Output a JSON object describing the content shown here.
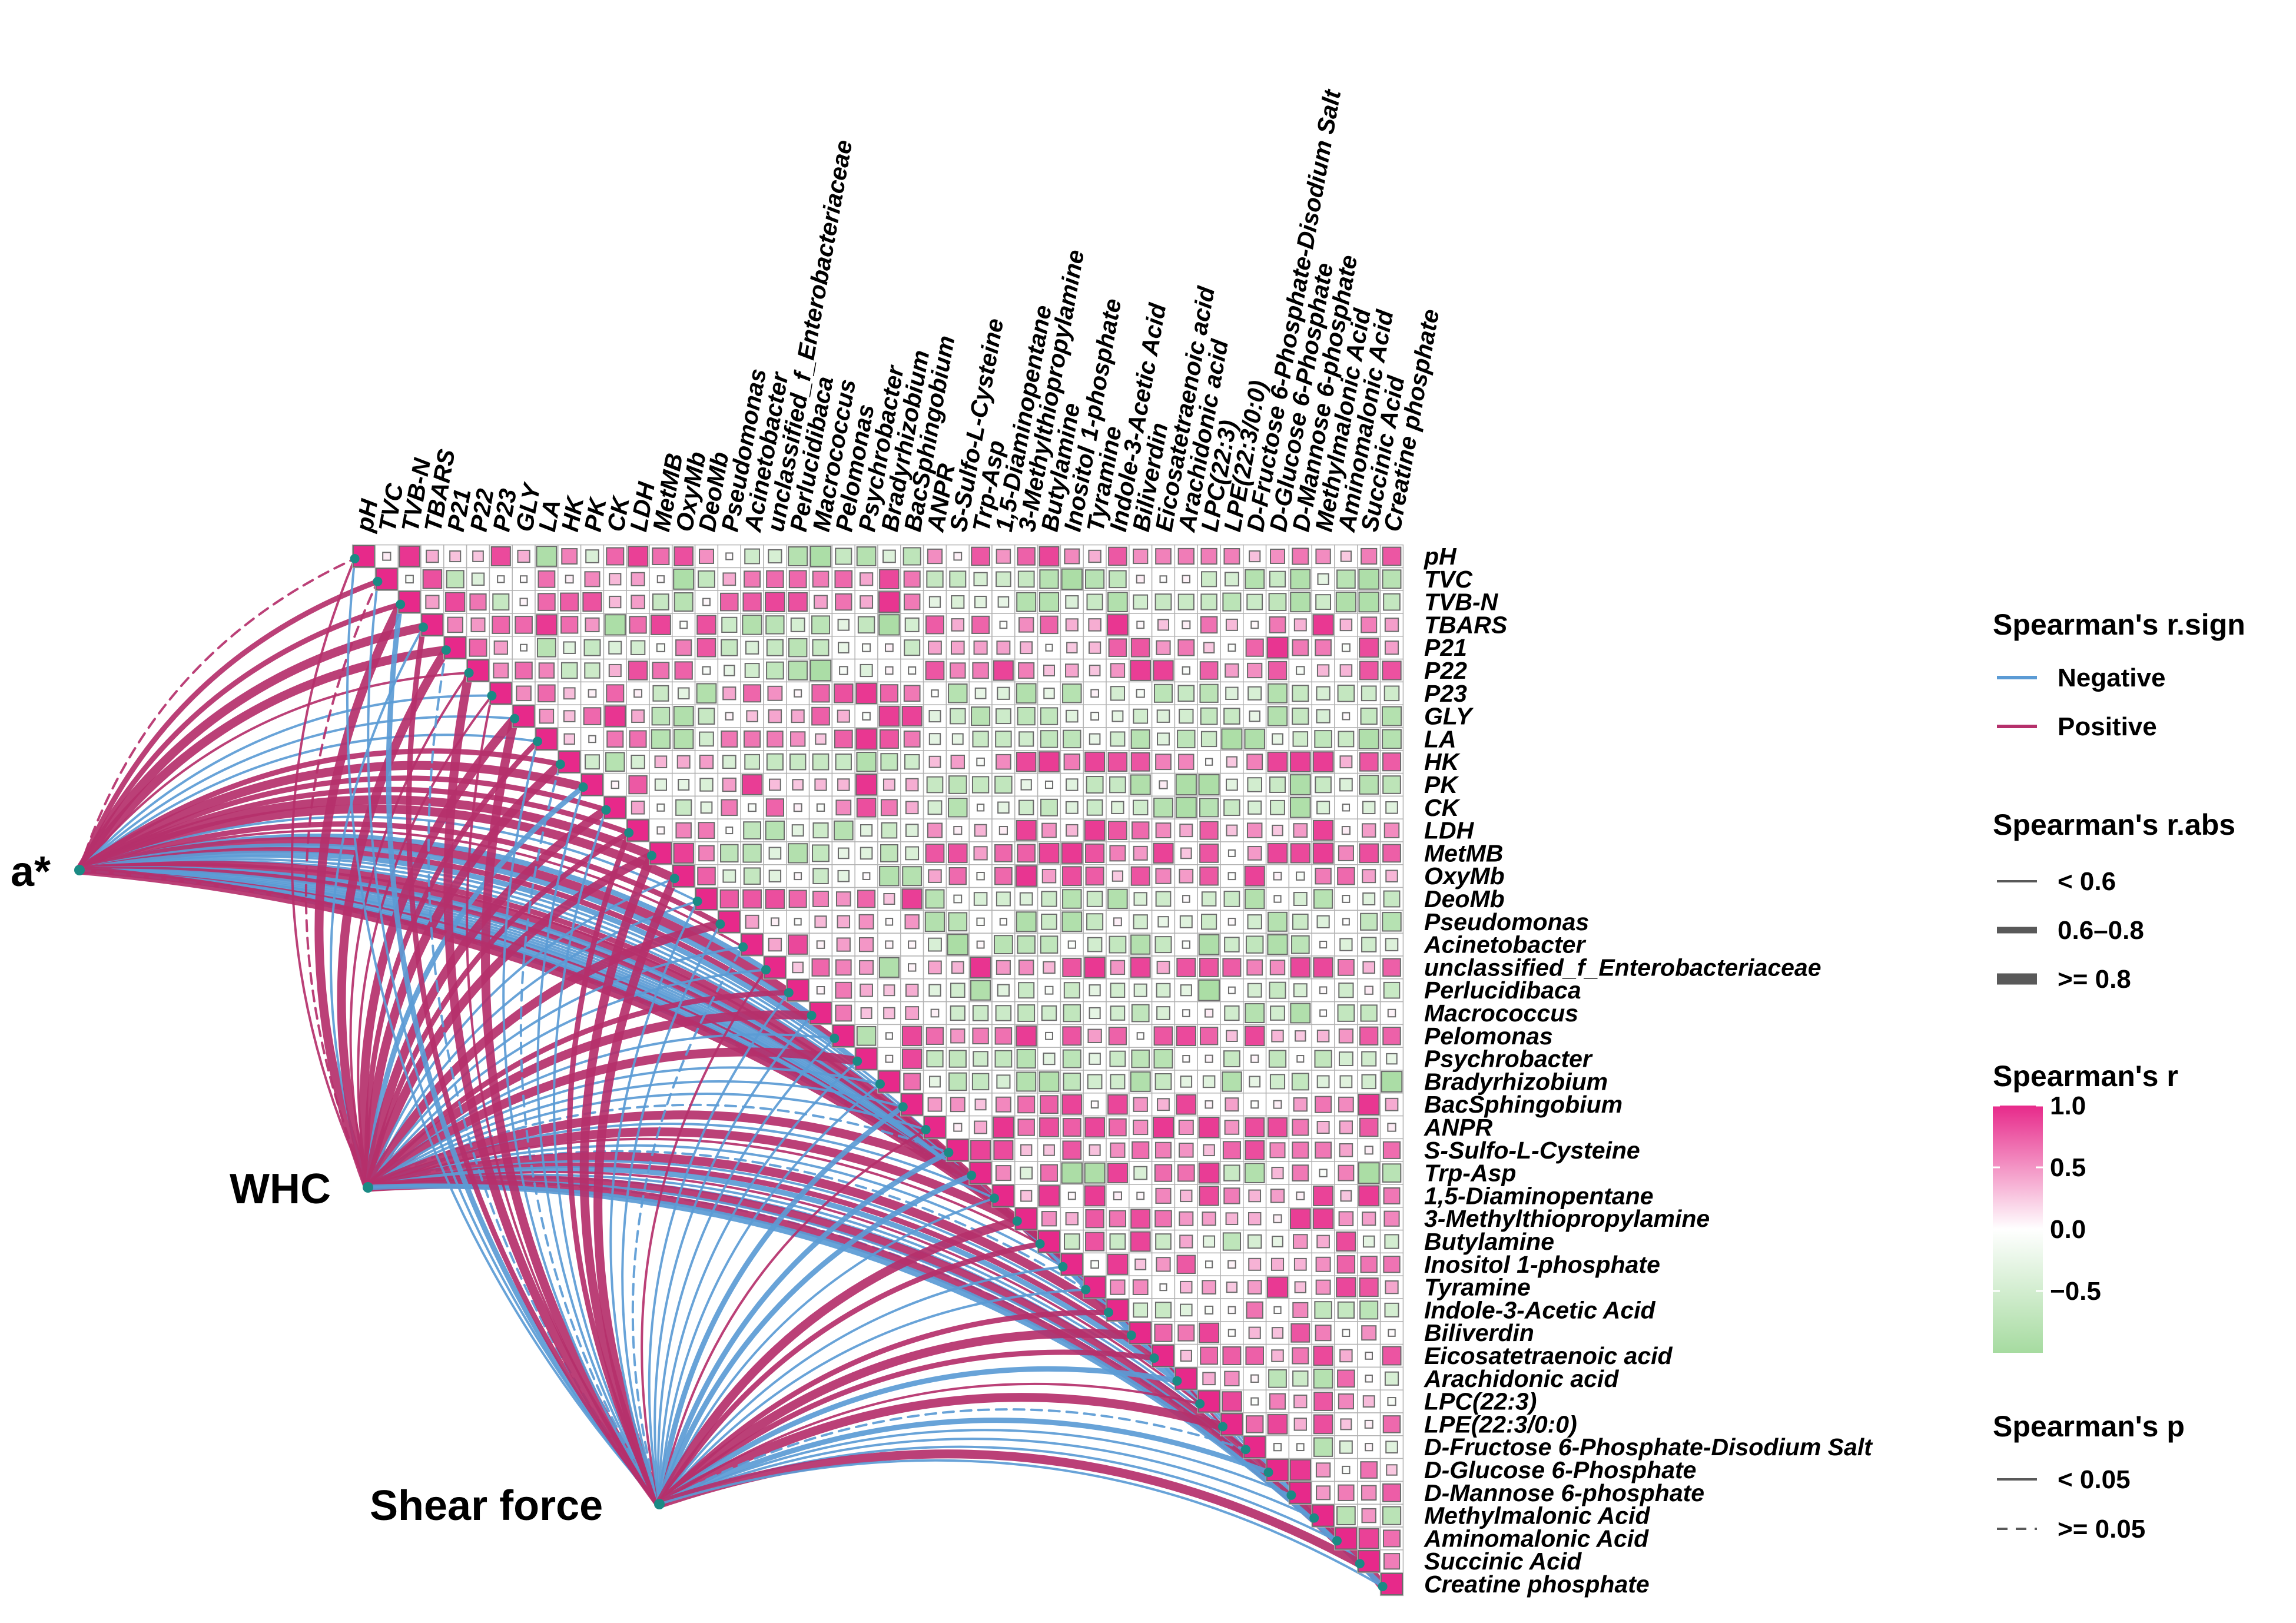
{
  "chart_data": {
    "type": "heatmap",
    "variables": [
      "pH",
      "TVC",
      "TVB-N",
      "TBARS",
      "P21",
      "P22",
      "P23",
      "GLY",
      "LA",
      "HK",
      "PK",
      "CK",
      "LDH",
      "MetMB",
      "OxyMb",
      "DeoMb",
      "Pseudomonas",
      "Acinetobacter",
      "unclassified_f_Enterobacteriaceae",
      "Perlucidibaca",
      "Macrococcus",
      "Pelomonas",
      "Psychrobacter",
      "Bradyrhizobium",
      "BacSphingobium",
      "ANPR",
      "S-Sulfo-L-Cysteine",
      "Trp-Asp",
      "1,5-Diaminopentane",
      "3-Methylthiopropylamine",
      "Butylamine",
      "Inositol 1-phosphate",
      "Tyramine",
      "Indole-3-Acetic Acid",
      "Biliverdin",
      "Eicosatetraenoic acid",
      "Arachidonic acid",
      "LPC(22:3)",
      "LPE(22:3/0:0)",
      "D-Fructose 6-Phosphate-Disodium Salt",
      "D-Glucose 6-Phosphate",
      "D-Mannose 6-phosphate",
      "Methylmalonic Acid",
      "Aminomalonic Acid",
      "Succinic Acid",
      "Creatine phosphate"
    ],
    "groups": [
      {
        "label": "pH",
        "members": [
          "pH",
          "TVC",
          "TVB-N",
          "TBARS"
        ]
      },
      {
        "label": "P21",
        "members": [
          "P21",
          "P22",
          "P23"
        ]
      },
      {
        "label": "GLY",
        "members": [
          "GLY",
          "LA",
          "HK",
          "PK",
          "CK",
          "LDH"
        ]
      },
      {
        "label": "MetMB",
        "members": [
          "MetMB",
          "OxyMb",
          "DeoMb"
        ]
      },
      {
        "label": "Pseudomonas",
        "members": [
          "Pseudomonas",
          "Acinetobacter",
          "unclassified_f_Enterobacteriaceae",
          "Perlucidibaca",
          "Macrococcus",
          "Pelomonas",
          "Psychrobacter",
          "Bradyrhizobium",
          "BacSphingobium"
        ]
      },
      {
        "label": "ANPR",
        "members": [
          "ANPR",
          "S-Sulfo-L-Cysteine",
          "Trp-Asp",
          "1,5-Diaminopentane",
          "3-Methylthiopropylamine",
          "Butylamine",
          "Inositol 1-phosphate",
          "Tyramine",
          "Indole-3-Acetic Acid",
          "Biliverdin",
          "Eicosatetraenoic acid",
          "Arachidonic acid",
          "LPC(22:3)",
          "LPE(22:3/0:0)",
          "D-Fructose 6-Phosphate-Disodium Salt",
          "D-Glucose 6-Phosphate",
          "D-Mannose 6-phosphate",
          "Methylmalonic Acid",
          "Aminomalonic Acid",
          "Succinic Acid",
          "Creatine phosphate"
        ]
      }
    ],
    "correlation_matrix": "upper-triangle Spearman's r among the variables, shown as colored squares whose size scales with |r|",
    "color_scale": {
      "min": -1,
      "max": 1,
      "negative_color": "#a6dba0",
      "zero_color": "#ffffff",
      "positive_color": "#e7298a",
      "ticks": [
        1.0,
        0.5,
        0.0,
        -0.5
      ],
      "tick_labels": [
        "1.0",
        "0.5",
        "0.0",
        "−0.5"
      ]
    },
    "network": {
      "nodes": [
        "a*",
        "WHC",
        "Shear force"
      ],
      "sign_colors": {
        "Negative": "#5b9bd5",
        "Positive": "#b5306b"
      },
      "abs_bins": [
        "< 0.6",
        "0.6–0.8",
        ">= 0.8"
      ],
      "p_bins": [
        "< 0.05",
        ">= 0.05"
      ]
    }
  },
  "legend": {
    "sign": {
      "title": "Spearman's r.sign",
      "items": [
        {
          "label": "Negative",
          "color": "#5b9bd5"
        },
        {
          "label": "Positive",
          "color": "#b5306b"
        }
      ]
    },
    "abs": {
      "title": "Spearman's r.abs",
      "items": [
        {
          "label": "< 0.6"
        },
        {
          "label": "0.6–0.8"
        },
        {
          "label": ">= 0.8"
        }
      ]
    },
    "r": {
      "title": "Spearman's r"
    },
    "p": {
      "title": "Spearman's p",
      "items": [
        {
          "label": "< 0.05"
        },
        {
          "label": ">= 0.05"
        }
      ]
    }
  }
}
